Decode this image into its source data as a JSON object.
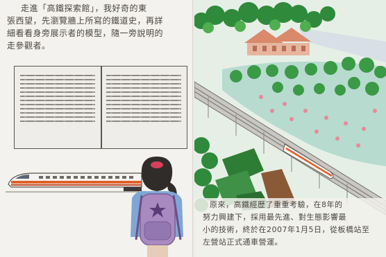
{
  "left_page": {
    "intro_lines": [
      "走進「高鐵探索館」，我好奇的東",
      "張西望，先瀏覽牆上所寫的鐵道史，再詳",
      "細看看身旁展示者的模型，隨一旁說明的",
      "走參觀者。"
    ]
  },
  "right_page": {
    "caption_lines": [
      "原來，高鐵經歷了重重考驗，在8年的",
      "努力興建下，採用最先進、對生態影響最",
      "小的技術，終於在2007年1月5日，從板橋站至",
      "左營站正式通車營運。"
    ]
  },
  "colors": {
    "paper": "#f4f2ee",
    "pencil": "#4a4540",
    "train_stripe": "#e0602a",
    "backpack": "#a98ac0",
    "foliage": "#2f8a3c",
    "roof": "#d98a6a"
  }
}
